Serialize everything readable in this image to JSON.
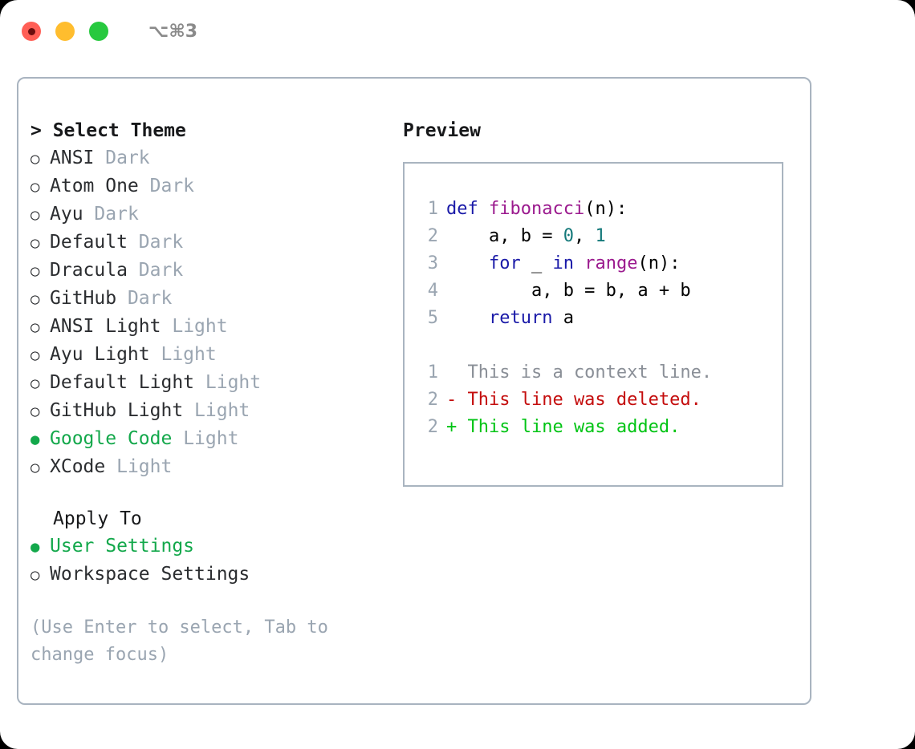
{
  "window": {
    "shortcut": "⌥⌘3",
    "lights": [
      {
        "name": "close",
        "color": "#ff5f56"
      },
      {
        "name": "minimize",
        "color": "#ffbd2e"
      },
      {
        "name": "maximize",
        "color": "#27c93f"
      }
    ]
  },
  "left": {
    "title": "> Select Theme",
    "themes": [
      {
        "marker": "○",
        "name": "ANSI",
        "variant": "Dark",
        "selected": false
      },
      {
        "marker": "○",
        "name": "Atom One",
        "variant": "Dark",
        "selected": false
      },
      {
        "marker": "○",
        "name": "Ayu",
        "variant": "Dark",
        "selected": false
      },
      {
        "marker": "○",
        "name": "Default",
        "variant": "Dark",
        "selected": false
      },
      {
        "marker": "○",
        "name": "Dracula",
        "variant": "Dark",
        "selected": false
      },
      {
        "marker": "○",
        "name": "GitHub",
        "variant": "Dark",
        "selected": false
      },
      {
        "marker": "○",
        "name": "ANSI Light",
        "variant": "Light",
        "selected": false
      },
      {
        "marker": "○",
        "name": "Ayu Light",
        "variant": "Light",
        "selected": false
      },
      {
        "marker": "○",
        "name": "Default Light",
        "variant": "Light",
        "selected": false
      },
      {
        "marker": "○",
        "name": "GitHub Light",
        "variant": "Light",
        "selected": false
      },
      {
        "marker": "●",
        "name": "Google Code",
        "variant": "Light",
        "selected": true
      },
      {
        "marker": "○",
        "name": "XCode",
        "variant": "Light",
        "selected": false
      }
    ],
    "apply_to_heading": "Apply To",
    "apply_to_options": [
      {
        "marker": "●",
        "label": "User Settings",
        "selected": true
      },
      {
        "marker": "○",
        "label": "Workspace Settings",
        "selected": false
      }
    ],
    "hint": "(Use Enter to select, Tab to change focus)"
  },
  "right": {
    "title": "Preview",
    "code_lines": [
      {
        "no": "1",
        "tokens": [
          {
            "t": "def ",
            "c": "kw"
          },
          {
            "t": "fibonacci",
            "c": "fn"
          },
          {
            "t": "(n):",
            "c": "plain"
          }
        ]
      },
      {
        "no": "2",
        "tokens": [
          {
            "t": "    a, b = ",
            "c": "plain"
          },
          {
            "t": "0",
            "c": "num"
          },
          {
            "t": ", ",
            "c": "plain"
          },
          {
            "t": "1",
            "c": "num"
          }
        ]
      },
      {
        "no": "3",
        "tokens": [
          {
            "t": "    ",
            "c": "plain"
          },
          {
            "t": "for",
            "c": "kw"
          },
          {
            "t": " _ ",
            "c": "plain"
          },
          {
            "t": "in",
            "c": "kw"
          },
          {
            "t": " ",
            "c": "plain"
          },
          {
            "t": "range",
            "c": "fn"
          },
          {
            "t": "(n):",
            "c": "plain"
          }
        ]
      },
      {
        "no": "4",
        "tokens": [
          {
            "t": "        a, b = b, a + b",
            "c": "plain"
          }
        ]
      },
      {
        "no": "5",
        "tokens": [
          {
            "t": "    ",
            "c": "plain"
          },
          {
            "t": "return",
            "c": "kw"
          },
          {
            "t": " a",
            "c": "plain"
          }
        ]
      }
    ],
    "diff_lines": [
      {
        "no": "1",
        "text": "  This is a context line.",
        "kind": "ctx"
      },
      {
        "no": "2",
        "text": "- This line was deleted.",
        "kind": "del"
      },
      {
        "no": "2",
        "text": "+ This line was added.",
        "kind": "add"
      }
    ]
  },
  "colors": {
    "accent_green": "#13a84b",
    "muted": "#9aa5b1",
    "border": "#a9b4c0",
    "keyword": "#1a1aa8",
    "function": "#9b1a8e",
    "number": "#14797a",
    "diff_delete": "#c40d0d",
    "diff_add": "#00c414"
  }
}
